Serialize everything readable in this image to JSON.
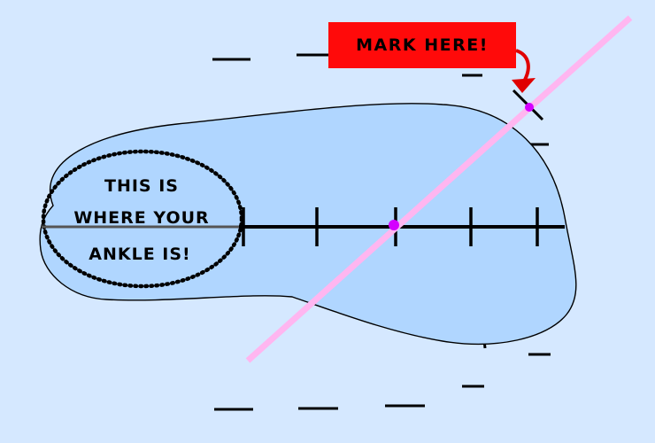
{
  "callout": {
    "label": "MARK HERE!",
    "box_color": "#ff0a0a",
    "arrow_color": "#e00000"
  },
  "ankle_note": {
    "line1": "THIS IS",
    "line2": "WHERE YOUR",
    "line3": "ANKLE IS!"
  },
  "colors": {
    "background": "#d5e8ff",
    "foot_fill": "#b0d6ff",
    "diagonal_line": "#ffb6f0",
    "marker_dot": "#d400ff",
    "ink": "#000000"
  }
}
